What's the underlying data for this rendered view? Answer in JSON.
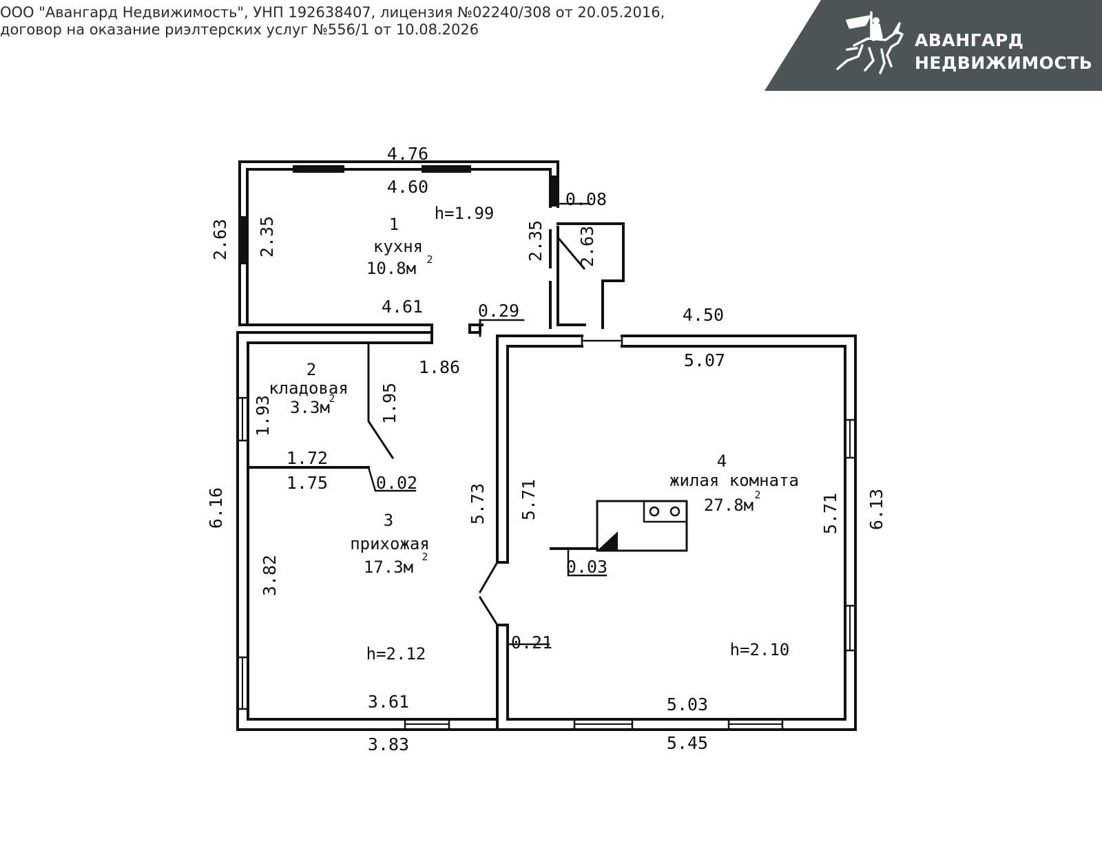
{
  "header": {
    "line1": "ООО \"Авангард Недвижимость\", УНП 192638407, лицензия №02240/308 от 20.05.2016,",
    "line2": "договор на оказание риэлтерских услуг №556/1 от 10.08.2026"
  },
  "brand": {
    "name_line1": "АВАНГАРД",
    "name_line2": "НЕДВИЖИМОСТЬ",
    "logo_icon": "knight-on-horse-icon",
    "background_color": "#4d5455",
    "text_color": "#ffffff"
  },
  "rooms": {
    "kitchen": {
      "number": "1",
      "name": "кухня",
      "area": "10.8м",
      "height": "h=1.99"
    },
    "storage": {
      "number": "2",
      "name": "кладовая",
      "area": "3.3м"
    },
    "hallway": {
      "number": "3",
      "name": "прихожая",
      "area": "17.3м",
      "height": "h=2.12"
    },
    "living": {
      "number": "4",
      "name": "жилая комната",
      "area": "27.8м",
      "height": "h=2.10"
    },
    "area_sup": "2"
  },
  "dimensions": {
    "kitchen_top_outer": "4.76",
    "kitchen_top_inner": "4.60",
    "kitchen_right_wall": "0.08",
    "kitchen_left_outer": "2.63",
    "kitchen_left_inner": "2.35",
    "kitchen_right_inner": "2.35",
    "kitchen_door": "2.63",
    "kitchen_bottom": "4.61",
    "kitchen_partition": "0.29",
    "living_top_outer": "4.50",
    "living_top_inner": "5.07",
    "hallway_top": "1.86",
    "storage_right": "1.95",
    "storage_left": "1.93",
    "storage_bottom_top": "1.72",
    "storage_bottom_bottom": "1.75",
    "storage_partition": "0.02",
    "left_outer": "6.16",
    "hallway_left_lower": "3.82",
    "hallway_right": "5.73",
    "living_left": "5.71",
    "living_right": "5.71",
    "living_right_outer": "6.13",
    "stove": "0.03",
    "wall_thickness": "0.21",
    "hallway_bottom_inner": "3.61",
    "hallway_bottom_outer": "3.83",
    "living_bottom_inner": "5.03",
    "living_bottom_outer": "5.45"
  }
}
